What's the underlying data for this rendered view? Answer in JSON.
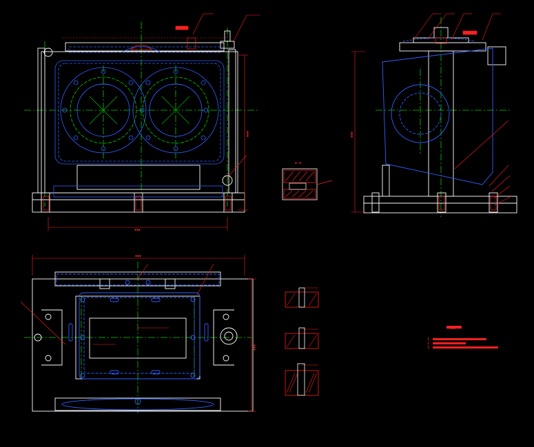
{
  "colors": {
    "background": "#000000",
    "outline": "#ffffff",
    "hidden": "#3060ff",
    "center": "#00d000",
    "dim": "#ff2020",
    "hatch": "#ff2020",
    "accent": "#ffff00"
  },
  "labels": {
    "front_dim_width": "▪▪▪",
    "front_dim_height": "▪▪▪",
    "side_dim_height": "▪▪▪",
    "plan_dim_width": "▪▪▪",
    "plan_dim_height": "▪▪▪",
    "section_title": "▪-▪",
    "tech_title": "▪▪▪",
    "tech_line_1": "1.",
    "tech_line_2": "2.",
    "tech_line_3": "3."
  }
}
